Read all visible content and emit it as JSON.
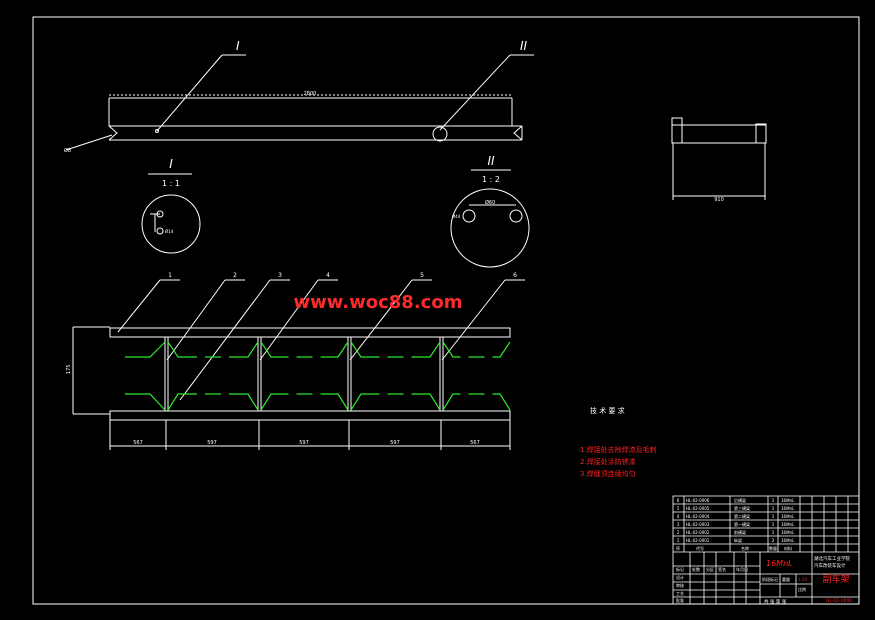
{
  "colors": {
    "background": "#000000",
    "line": "#ffffff",
    "weld": "#2ee82e",
    "red_text": "#ff2020",
    "watermark": "#ff2a2a"
  },
  "watermark": "www.woc88.com",
  "section_I": {
    "label": "I",
    "scale": "1 : 1",
    "dim": "Ø14"
  },
  "section_II": {
    "label": "II",
    "scale": "1 : 2",
    "dim": "Ø60",
    "dim2": "Ø44"
  },
  "top_view": {
    "length_dim": "2800",
    "note": "Ø8"
  },
  "side_view": {
    "width_dim": "910"
  },
  "front_view": {
    "callouts": [
      "1",
      "2",
      "3",
      "4",
      "5",
      "6"
    ],
    "spacings": [
      "567",
      "597",
      "597",
      "597",
      "567"
    ],
    "height_dim": "175"
  },
  "tech_req": {
    "title": "技 术 要 求",
    "items": [
      "1.焊接处去除焊渣及毛刺",
      "2.焊接处涂防锈漆",
      "3.焊缝须连续均匀"
    ]
  },
  "title_block": {
    "material": "16MnL",
    "drawing_title": "副车架",
    "parts": [
      {
        "no": "6",
        "code": "HL-02-0006",
        "name": "后横梁",
        "qty": "1",
        "mat": "16MnL"
      },
      {
        "no": "5",
        "code": "HL-02-0005",
        "name": "第三横梁",
        "qty": "1",
        "mat": "16MnL"
      },
      {
        "no": "4",
        "code": "HL-02-0004",
        "name": "第二横梁",
        "qty": "1",
        "mat": "16MnL"
      },
      {
        "no": "3",
        "code": "HL-02-0003",
        "name": "第一横梁",
        "qty": "1",
        "mat": "16MnL"
      },
      {
        "no": "2",
        "code": "HL-02-0002",
        "name": "前横梁",
        "qty": "1",
        "mat": "16MnL"
      },
      {
        "no": "1",
        "code": "HL-02-0001",
        "name": "纵梁",
        "qty": "2",
        "mat": "16MnL"
      }
    ],
    "header": [
      "序",
      "代号",
      "名称",
      "数量",
      "材料"
    ],
    "school": "湖北汽车工业学院",
    "project": "汽车改装车设计",
    "labels": [
      "标记",
      "处数",
      "分区",
      "签名",
      "年月日",
      "设计",
      "审核",
      "工艺",
      "批准"
    ],
    "stage_labels": [
      "阶段标记",
      "重量",
      "比例"
    ],
    "scale_value": "1:10",
    "sheet_info": "共 张 第 张",
    "drawing_no": "HL-02-0000"
  }
}
